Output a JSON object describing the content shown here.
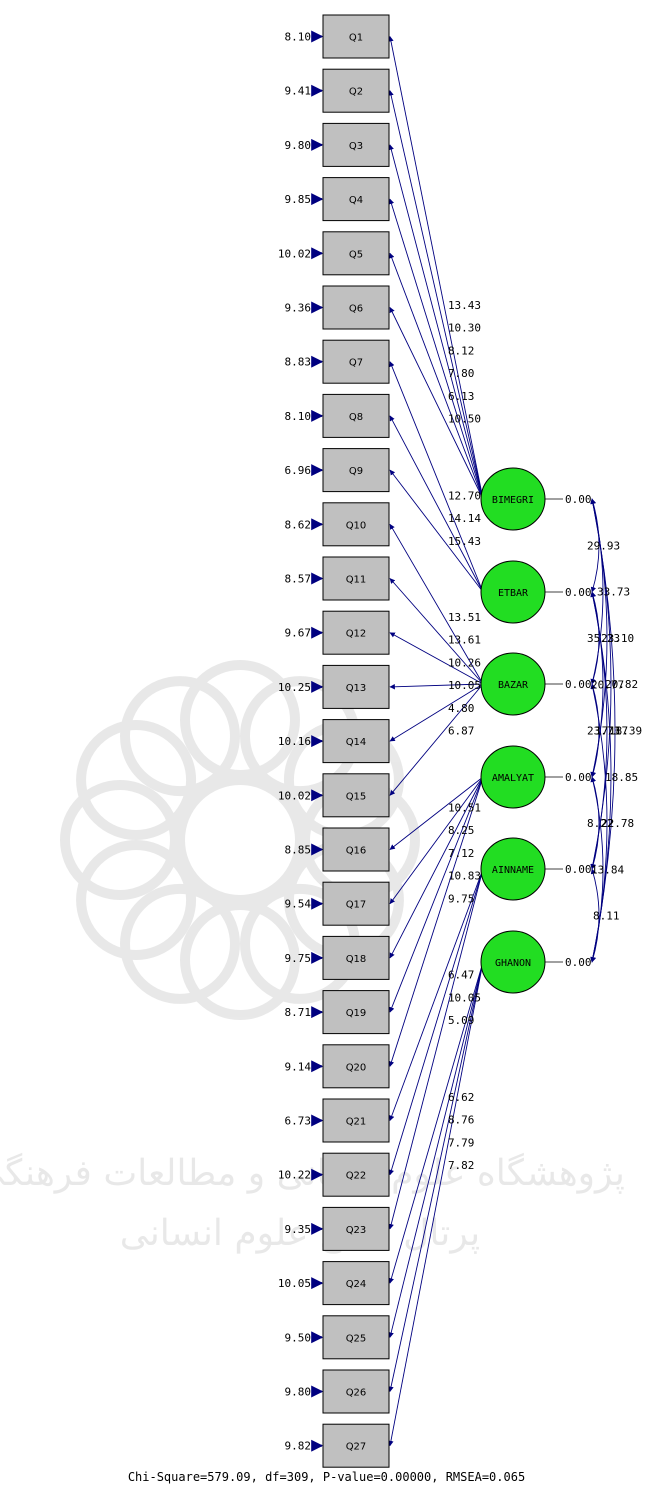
{
  "colors": {
    "box_fill": "#c0c0c0",
    "latent_fill": "#22dd22",
    "arrow": "#000080",
    "text": "#000000",
    "watermark": "#bfbfbf"
  },
  "indicators": [
    {
      "name": "Q1",
      "error": "8.10"
    },
    {
      "name": "Q2",
      "error": "9.41"
    },
    {
      "name": "Q3",
      "error": "9.80"
    },
    {
      "name": "Q4",
      "error": "9.85"
    },
    {
      "name": "Q5",
      "error": "10.02"
    },
    {
      "name": "Q6",
      "error": "9.36"
    },
    {
      "name": "Q7",
      "error": "8.83"
    },
    {
      "name": "Q8",
      "error": "8.10"
    },
    {
      "name": "Q9",
      "error": "6.96"
    },
    {
      "name": "Q10",
      "error": "8.62"
    },
    {
      "name": "Q11",
      "error": "8.57"
    },
    {
      "name": "Q12",
      "error": "9.67"
    },
    {
      "name": "Q13",
      "error": "10.25"
    },
    {
      "name": "Q14",
      "error": "10.16"
    },
    {
      "name": "Q15",
      "error": "10.02"
    },
    {
      "name": "Q16",
      "error": "8.85"
    },
    {
      "name": "Q17",
      "error": "9.54"
    },
    {
      "name": "Q18",
      "error": "9.75"
    },
    {
      "name": "Q19",
      "error": "8.71"
    },
    {
      "name": "Q20",
      "error": "9.14"
    },
    {
      "name": "Q21",
      "error": "6.73"
    },
    {
      "name": "Q22",
      "error": "10.22"
    },
    {
      "name": "Q23",
      "error": "9.35"
    },
    {
      "name": "Q24",
      "error": "10.05"
    },
    {
      "name": "Q25",
      "error": "9.50"
    },
    {
      "name": "Q26",
      "error": "9.80"
    },
    {
      "name": "Q27",
      "error": "9.82"
    }
  ],
  "latents": [
    {
      "name": "BIMEGRI",
      "variance": "0.00"
    },
    {
      "name": "ETBAR",
      "variance": "0.00"
    },
    {
      "name": "BAZAR",
      "variance": "0.00"
    },
    {
      "name": "AMALYAT",
      "variance": "0.00"
    },
    {
      "name": "AINNAME",
      "variance": "0.00"
    },
    {
      "name": "GHANON",
      "variance": "0.00"
    }
  ],
  "loadings": [
    {
      "latent": 0,
      "indicator": 0,
      "value": "13.43"
    },
    {
      "latent": 0,
      "indicator": 1,
      "value": "10.30"
    },
    {
      "latent": 0,
      "indicator": 2,
      "value": "8.12"
    },
    {
      "latent": 0,
      "indicator": 3,
      "value": "7.80"
    },
    {
      "latent": 0,
      "indicator": 4,
      "value": "6.13"
    },
    {
      "latent": 0,
      "indicator": 5,
      "value": "10.50"
    },
    {
      "latent": 1,
      "indicator": 6,
      "value": "12.70"
    },
    {
      "latent": 1,
      "indicator": 7,
      "value": "14.14"
    },
    {
      "latent": 1,
      "indicator": 8,
      "value": "15.43"
    },
    {
      "latent": 2,
      "indicator": 9,
      "value": "13.51"
    },
    {
      "latent": 2,
      "indicator": 10,
      "value": "13.61"
    },
    {
      "latent": 2,
      "indicator": 11,
      "value": "10.26"
    },
    {
      "latent": 2,
      "indicator": 12,
      "value": "10.05"
    },
    {
      "latent": 2,
      "indicator": 13,
      "value": "4.80"
    },
    {
      "latent": 2,
      "indicator": 14,
      "value": "6.87"
    },
    {
      "latent": 3,
      "indicator": 15,
      "value": "10.51"
    },
    {
      "latent": 3,
      "indicator": 16,
      "value": "8.25"
    },
    {
      "latent": 3,
      "indicator": 17,
      "value": "7.12"
    },
    {
      "latent": 3,
      "indicator": 18,
      "value": "10.83"
    },
    {
      "latent": 3,
      "indicator": 19,
      "value": "9.75"
    },
    {
      "latent": 4,
      "indicator": 20,
      "value": "6.47"
    },
    {
      "latent": 4,
      "indicator": 21,
      "value": "10.05"
    },
    {
      "latent": 4,
      "indicator": 22,
      "value": "5.09"
    },
    {
      "latent": 5,
      "indicator": 23,
      "value": "6.62"
    },
    {
      "latent": 5,
      "indicator": 24,
      "value": "8.76"
    },
    {
      "latent": 5,
      "indicator": 25,
      "value": "7.79"
    },
    {
      "latent": 5,
      "indicator": 26,
      "value": "7.82"
    }
  ],
  "correlations": [
    {
      "from": 0,
      "to": 1,
      "value": "29.93"
    },
    {
      "from": 0,
      "to": 2,
      "value": "33.73"
    },
    {
      "from": 1,
      "to": 2,
      "value": "35.23"
    },
    {
      "from": 0,
      "to": 3,
      "value": "23.10"
    },
    {
      "from": 1,
      "to": 3,
      "value": "20.77"
    },
    {
      "from": 0,
      "to": 4,
      "value": "20.82"
    },
    {
      "from": 2,
      "to": 3,
      "value": "23.73"
    },
    {
      "from": 0,
      "to": 5,
      "value": "18.39"
    },
    {
      "from": 1,
      "to": 4,
      "value": "17.17"
    },
    {
      "from": 1,
      "to": 5,
      "value": "18.85"
    },
    {
      "from": 3,
      "to": 4,
      "value": "8.22"
    },
    {
      "from": 2,
      "to": 5,
      "value": "22.78"
    },
    {
      "from": 3,
      "to": 5,
      "value": "13.84"
    },
    {
      "from": 4,
      "to": 5,
      "value": "8.11"
    }
  ],
  "footer": "Chi-Square=579.09, df=309, P-value=0.00000, RMSEA=0.065",
  "watermark_text": [
    "پژوهشگاه علوم انسانی و مطالعات فرهنگی",
    "پرتال جامع علوم انسانی"
  ]
}
